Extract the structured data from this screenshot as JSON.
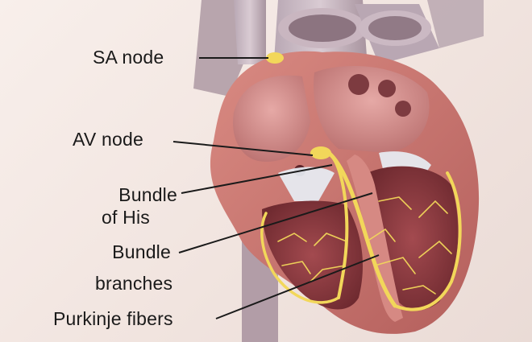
{
  "diagram": {
    "labels": {
      "sa_node": "SA node",
      "av_node": "AV node",
      "bundle_of_his_line1": "Bundle",
      "bundle_of_his_line2": "of His",
      "bundle_branches_line1": "Bundle",
      "bundle_branches_line2": "branches",
      "purkinje_fibers": "Purkinje fibers"
    },
    "colors": {
      "background": "#f3e7e3",
      "myocardium": "#c9736c",
      "chamber_interior": "#8e3b3f",
      "valve": "#e7eef4",
      "conduction_path": "#f2d75a",
      "leader_line": "#1a1a1a"
    }
  }
}
